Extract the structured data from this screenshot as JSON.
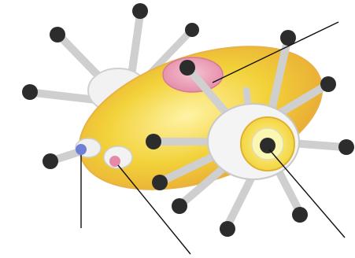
{
  "diagram": {
    "parts": [
      {
        "id": "cell-body",
        "icon": "yellow-oval-body"
      },
      {
        "id": "pink-receptor-top",
        "icon": "pink-spot"
      },
      {
        "id": "yellow-receptor-right",
        "icon": "yellow-circle-with-dark-center"
      },
      {
        "id": "blue-dot-left",
        "icon": "blue-spot"
      },
      {
        "id": "pink-dot-lower-left",
        "icon": "pink-spot"
      }
    ],
    "pointer_labels": [
      "",
      "",
      "",
      ""
    ],
    "colors": {
      "body_yellow": "#f2d23a",
      "body_orange": "#e9a935",
      "spike_grey": "#bdbdbd",
      "knob_dark": "#2c2c2c",
      "pink": "#e48aa6",
      "blue": "#6f7fd6",
      "line": "#111111"
    }
  }
}
